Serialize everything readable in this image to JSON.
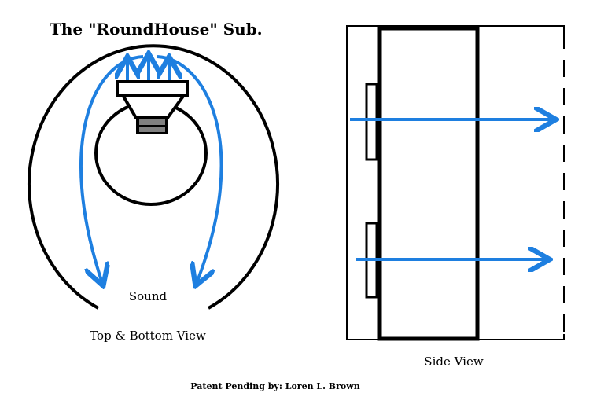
{
  "title": "The \"RoundHouse\" Sub.",
  "labels": {
    "sound": "Sound",
    "top_bottom_view": "Top & Bottom View",
    "side_view": "Side View",
    "patent": "Patent Pending by: Loren L. Brown"
  },
  "colors": {
    "arrow": "#1e7fe0",
    "line": "#000000",
    "magnet": "#808080"
  }
}
